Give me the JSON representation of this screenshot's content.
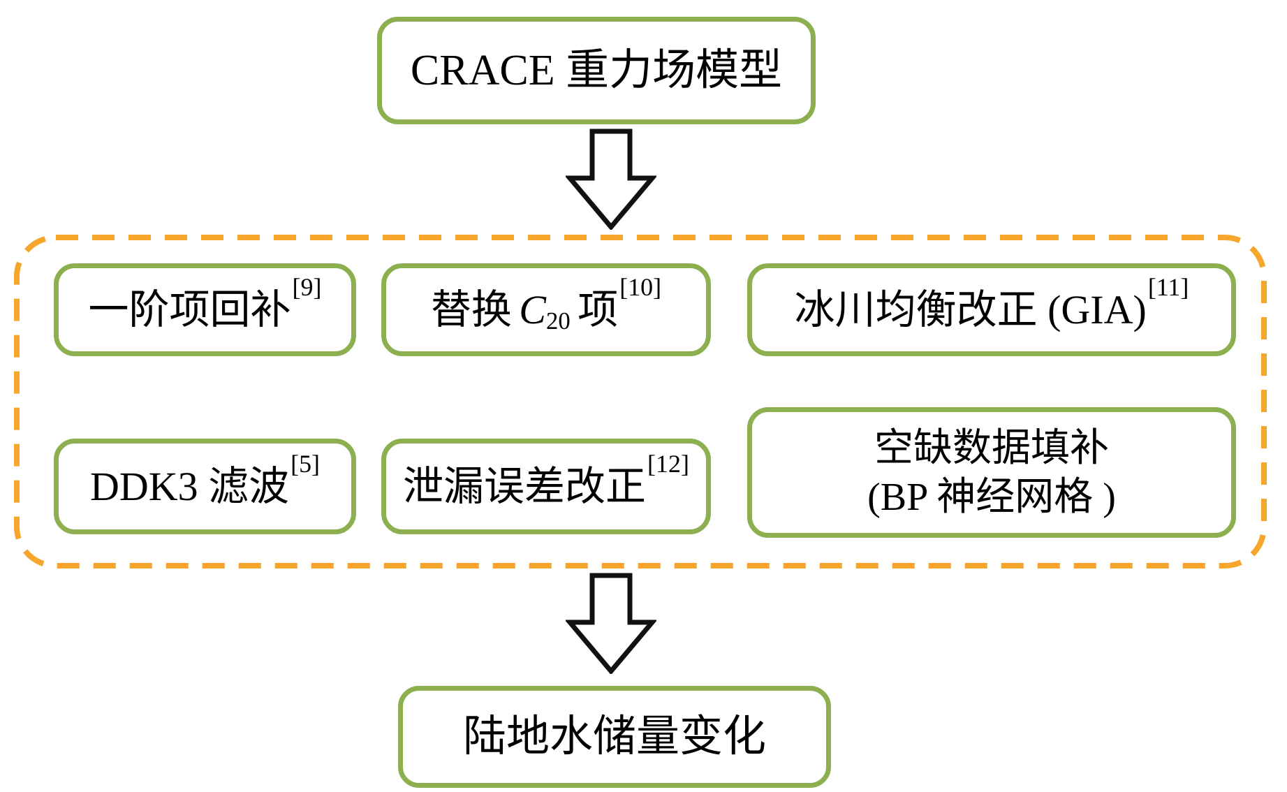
{
  "colors": {
    "box_border_green": "#8CB04F",
    "dashed_border_orange": "#F5A62B",
    "arrow_outline_black": "#111111",
    "background": "#FFFFFF",
    "text": "#000000"
  },
  "top_box": {
    "label": "CRACE 重力场模型"
  },
  "process_group": {
    "row1": [
      {
        "label": "一阶项回补",
        "ref": "[9]"
      },
      {
        "label_pre": "替换",
        "variable": "C",
        "subscript": "20",
        "label_post": "项",
        "ref": "[10]"
      },
      {
        "label": "冰川均衡改正 (GIA)",
        "ref": "[11]"
      }
    ],
    "row2": [
      {
        "label": "DDK3 滤波",
        "ref": "[5]"
      },
      {
        "label": "泄漏误差改正",
        "ref": "[12]"
      },
      {
        "label_line1": "空缺数据填补",
        "label_line2": "(BP 神经网格 )"
      }
    ]
  },
  "bottom_box": {
    "label": "陆地水储量变化"
  },
  "arrows": {
    "type": "block-down-arrow",
    "count": 2
  }
}
